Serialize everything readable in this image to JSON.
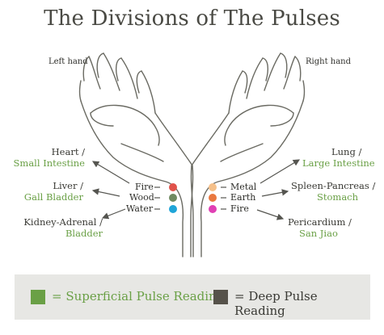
{
  "title": "The Divisions of The Pulses",
  "left_hand_label": "Left hand",
  "right_hand_label": "Right hand",
  "left": {
    "organs": [
      {
        "line1": "Heart /",
        "line2": "Small Intestine"
      },
      {
        "line1": "Liver /",
        "line2": "Gall Bladder"
      },
      {
        "line1": "Kidney-Adrenal /",
        "line2": "Bladder"
      }
    ],
    "elements": [
      {
        "label": "Fire",
        "color": "#e0524a"
      },
      {
        "label": "Wood",
        "color": "#6f8a61"
      },
      {
        "label": "Water",
        "color": "#1fa5d8"
      }
    ]
  },
  "right": {
    "organs": [
      {
        "line1": "Lung /",
        "line2": "Large Intestine"
      },
      {
        "line1": "Spleen-Pancreas /",
        "line2": "Stomach"
      },
      {
        "line1": "Pericardium /",
        "line2": "San Jiao"
      }
    ],
    "elements": [
      {
        "label": "Metal",
        "color": "#f5c08a"
      },
      {
        "label": "Earth",
        "color": "#e9783f"
      },
      {
        "label": "Fire",
        "color": "#e040b4"
      }
    ]
  },
  "legend": {
    "superficial_label": "= Superficial Pulse Reading",
    "superficial_color": "#6aa046",
    "deep_label": "= Deep Pulse Reading",
    "deep_color": "#56524a"
  },
  "colors": {
    "accent_green": "#6aa046",
    "line": "#555550"
  }
}
